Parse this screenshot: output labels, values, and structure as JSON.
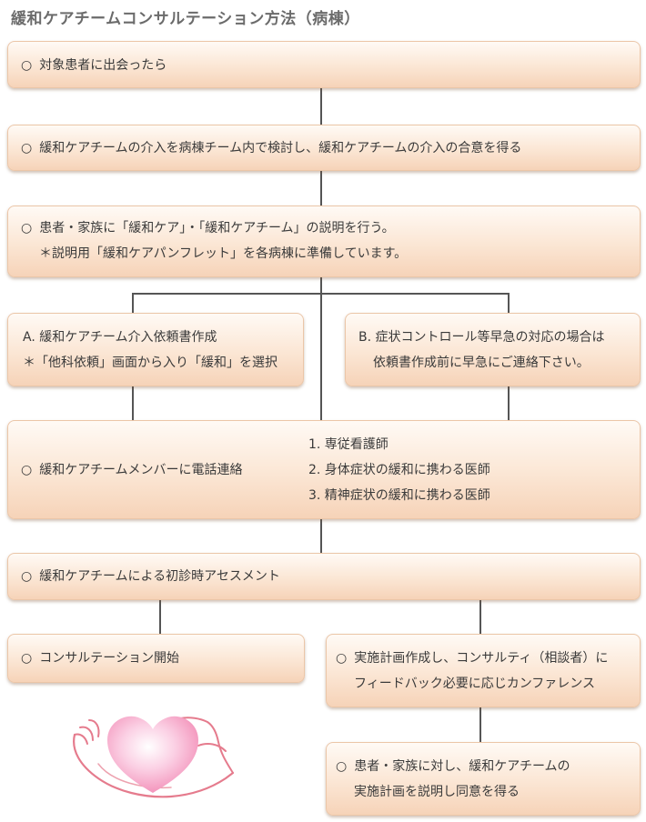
{
  "title": "緩和ケアチームコンサルテーション方法（病棟）",
  "steps": {
    "s1": {
      "mark": "○",
      "text": "対象患者に出会ったら"
    },
    "s2": {
      "mark": "○",
      "text": "緩和ケアチームの介入を病棟チーム内で検討し、緩和ケアチームの介入の合意を得る"
    },
    "s3": {
      "mark": "○",
      "line1": "患者・家族に「緩和ケア」・「緩和ケアチーム」の説明を行う。",
      "line2": "＊説明用「緩和ケアパンフレット」を各病棟に準備しています。"
    },
    "a": {
      "line1": "A. 緩和ケアチーム介入依頼書作成",
      "line2": "＊「他科依頼」画面から入り「緩和」を選択"
    },
    "b": {
      "line1": "B. 症状コントロール等早急の対応の場合は",
      "line2": "依頼書作成前に早急にご連絡下さい。"
    },
    "s4": {
      "mark": "○",
      "text": "緩和ケアチームメンバーに電話連絡",
      "list": [
        "1. 専従看護師",
        "2. 身体症状の緩和に携わる医師",
        "3. 精神症状の緩和に携わる医師"
      ]
    },
    "s5": {
      "mark": "○",
      "text": "緩和ケアチームによる初診時アセスメント"
    },
    "s6": {
      "mark": "○",
      "text": "コンサルテーション開始"
    },
    "s7": {
      "mark": "○",
      "line1": "実施計画作成し、コンサルティ（相談者）に",
      "line2": "フィードバック必要に応じカンファレンス"
    },
    "s8": {
      "mark": "○",
      "line1": "患者・家族に対し、緩和ケアチームの",
      "line2": "実施計画を説明し同意を得る"
    }
  },
  "colors": {
    "box_top": "#fffaf5",
    "box_bottom": "#f6d3b8",
    "border": "#ebc6a8",
    "line": "#555555",
    "heart": "#f28bb5",
    "hands": "#e57b8d"
  }
}
